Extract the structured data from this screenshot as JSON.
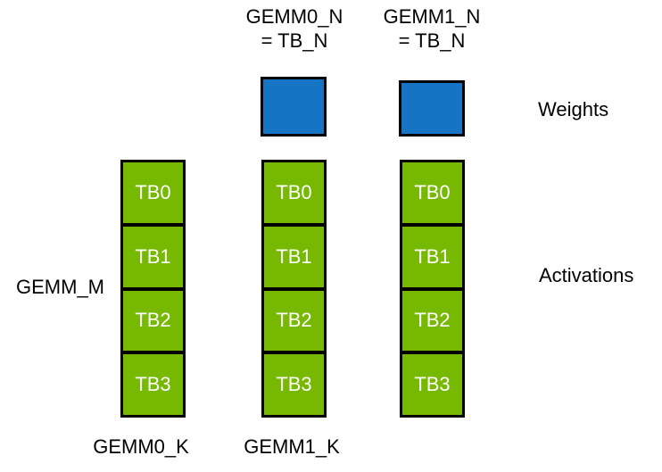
{
  "colors": {
    "activation_green": "#76B900",
    "weight_blue": "#1674C4",
    "outline": "#000000",
    "cell_text": "#ffffff",
    "label_text": "#000000",
    "background": "#ffffff"
  },
  "top_labels": [
    {
      "line1": "GEMM0_N",
      "line2": "= TB_N"
    },
    {
      "line1": "GEMM1_N",
      "line2": "= TB_N"
    }
  ],
  "side_labels": {
    "weights": "Weights",
    "activations": "Activations",
    "gemm_m": "GEMM_M"
  },
  "bottom_labels": {
    "gemm0_k": "GEMM0_K",
    "gemm1_k": "GEMM1_K"
  },
  "columns": [
    {
      "cells": [
        "TB0",
        "TB1",
        "TB2",
        "TB3"
      ]
    },
    {
      "cells": [
        "TB0",
        "TB1",
        "TB2",
        "TB3"
      ]
    },
    {
      "cells": [
        "TB0",
        "TB1",
        "TB2",
        "TB3"
      ]
    }
  ]
}
